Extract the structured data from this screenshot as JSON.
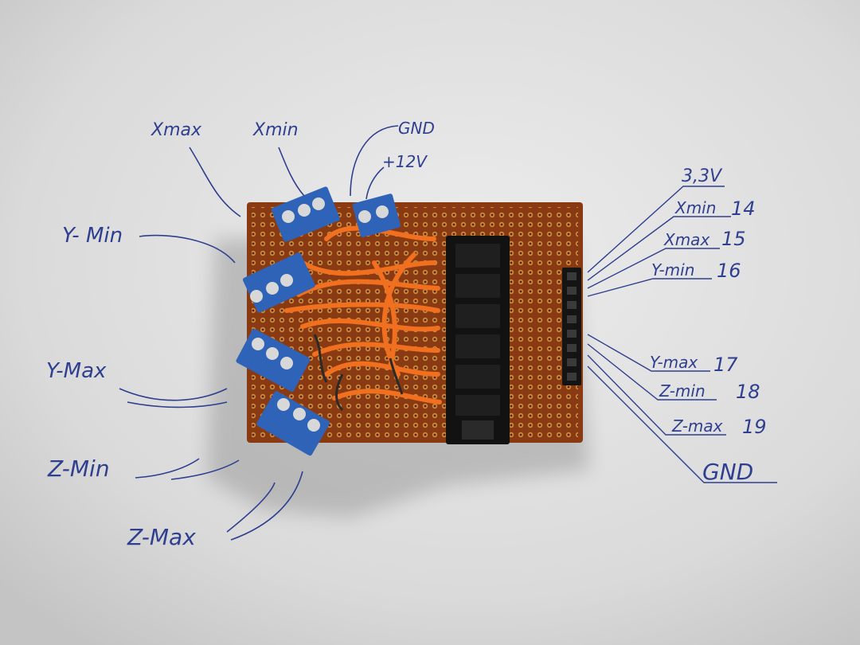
{
  "left_labels": {
    "x_max": "Xmax",
    "x_min": "Xmin",
    "gnd_top": "GND",
    "plus_12v": "+12V",
    "y_min": "Y- Min",
    "y_max": "Y-Max",
    "z_min": "Z-Min",
    "z_max": "Z-Max"
  },
  "right_labels": {
    "v33": "3,3V",
    "x_min": "Xmin",
    "x_min_pin": "14",
    "x_max": "Xmax",
    "x_max_pin": "15",
    "y_min": "Y-min",
    "y_min_pin": "16",
    "y_max": "Y-max",
    "y_max_pin": "17",
    "z_min": "Z-min",
    "z_min_pin": "18",
    "z_max": "Z-max",
    "z_max_pin": "19",
    "gnd": "GND"
  },
  "colors": {
    "paper": "#dcdcdc",
    "ink": "#2f3f8f",
    "board": "#8a3a12",
    "terminal": "#2f63b8",
    "wire": "#f07020",
    "chip": "#141414"
  }
}
